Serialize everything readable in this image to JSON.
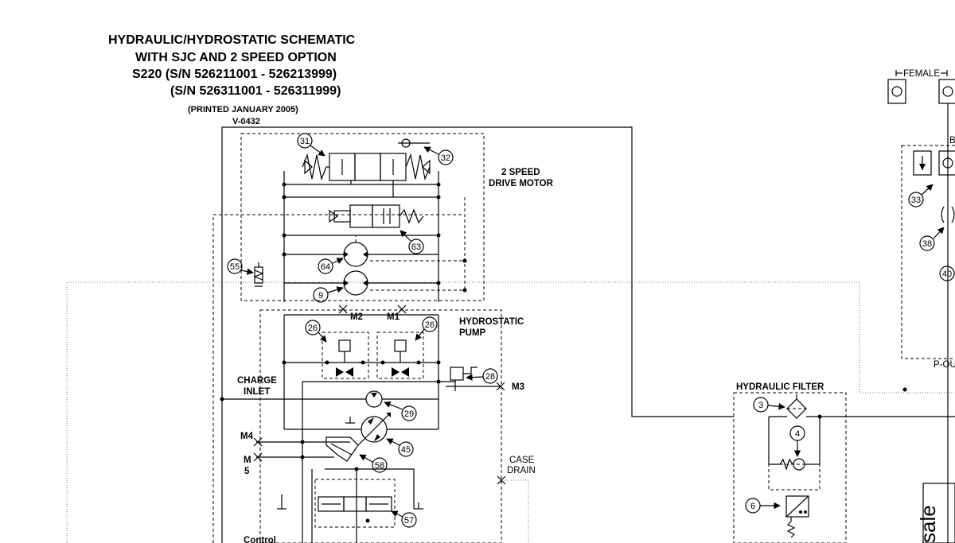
{
  "title": {
    "line1": "HYDRAULIC/HYDROSTATIC SCHEMATIC",
    "line2": "WITH SJC AND 2 SPEED OPTION",
    "line3": "S220 (S/N 526211001 - 526213999)",
    "line4": "(S/N 526311001 - 526311999)",
    "printed": "(PRINTED JANUARY 2005)",
    "doc_code": "V-0432"
  },
  "labels": {
    "drive_motor_1": "2 SPEED",
    "drive_motor_2": "DRIVE MOTOR",
    "hydro_pump_1": "HYDROSTATIC",
    "hydro_pump_2": "PUMP",
    "charge_inlet_1": "CHARGE",
    "charge_inlet_2": "INLET",
    "case_drain_1": "CASE",
    "case_drain_2": "DRAIN",
    "hydraulic_filter": "HYDRAULIC FILTER",
    "female": "FEMALE",
    "m1": "M1",
    "m2": "M2",
    "m3": "M3",
    "m4": "M4",
    "m5_a": "M",
    "m5_b": "5",
    "control": "Control",
    "p_out": "P-OU",
    "b_port": "B",
    "watermark": "sale"
  },
  "callouts": {
    "c31": "31",
    "c32": "32",
    "c63": "63",
    "c64": "64",
    "c9": "9",
    "c55": "55",
    "c26a": "26",
    "c26b": "26",
    "c28": "28",
    "c29": "29",
    "c45": "45",
    "c58": "58",
    "c57": "57",
    "c3": "3",
    "c4": "4",
    "c6": "6",
    "c33": "33",
    "c38": "38",
    "c40": "40"
  }
}
